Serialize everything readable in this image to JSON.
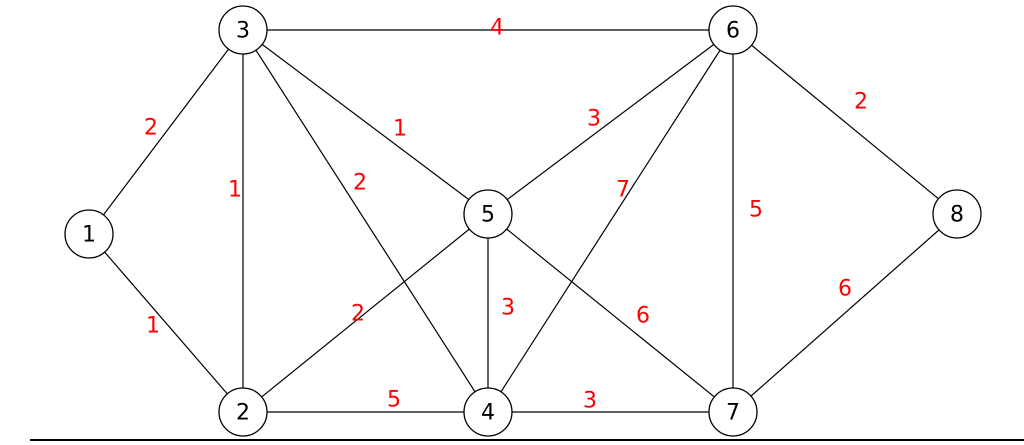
{
  "colors": {
    "weight": "#ff0000",
    "line": "#000000",
    "node_fill": "#ffffff"
  },
  "graph": {
    "nodes": [
      {
        "id": "1",
        "label": "1"
      },
      {
        "id": "2",
        "label": "2"
      },
      {
        "id": "3",
        "label": "3"
      },
      {
        "id": "4",
        "label": "4"
      },
      {
        "id": "5",
        "label": "5"
      },
      {
        "id": "6",
        "label": "6"
      },
      {
        "id": "7",
        "label": "7"
      },
      {
        "id": "8",
        "label": "8"
      }
    ],
    "edges": [
      {
        "from": "1",
        "to": "3",
        "weight": "2"
      },
      {
        "from": "1",
        "to": "2",
        "weight": "1"
      },
      {
        "from": "3",
        "to": "2",
        "weight": "1"
      },
      {
        "from": "3",
        "to": "6",
        "weight": "4"
      },
      {
        "from": "3",
        "to": "5",
        "weight": "1"
      },
      {
        "from": "3",
        "to": "4",
        "weight": "2"
      },
      {
        "from": "2",
        "to": "5",
        "weight": "2"
      },
      {
        "from": "2",
        "to": "4",
        "weight": "5"
      },
      {
        "from": "5",
        "to": "6",
        "weight": "3"
      },
      {
        "from": "5",
        "to": "4",
        "weight": "3"
      },
      {
        "from": "5",
        "to": "7",
        "weight": "6"
      },
      {
        "from": "4",
        "to": "6",
        "weight": "7"
      },
      {
        "from": "4",
        "to": "7",
        "weight": "3"
      },
      {
        "from": "6",
        "to": "7",
        "weight": "5"
      },
      {
        "from": "6",
        "to": "8",
        "weight": "2"
      },
      {
        "from": "8",
        "to": "7",
        "weight": "6"
      }
    ]
  }
}
